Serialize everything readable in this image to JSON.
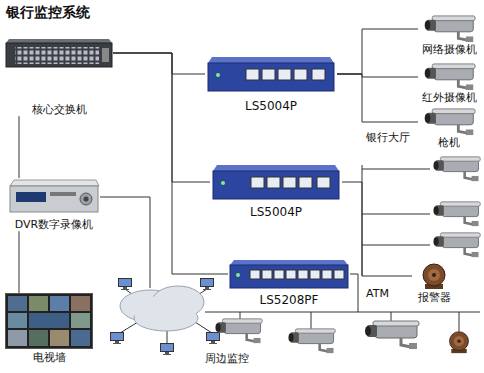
{
  "diagram": {
    "title": "银行监控系统",
    "nodes": [
      {
        "text": [
          "核心交换机"
        ]
      },
      {
        "text": [
          "LS5004P"
        ]
      },
      {
        "text": [
          "LS5004P"
        ]
      },
      {
        "text": [
          "LS5208PF"
        ]
      },
      {
        "text": [
          "DVR数字录像机"
        ]
      },
      {
        "text": [
          "电视墙"
        ]
      },
      {
        "text": [
          "网络摄像机"
        ]
      },
      {
        "text": [
          "红外摄像机"
        ]
      },
      {
        "text": [
          "枪机"
        ]
      },
      {
        "text": [
          "报警器"
        ]
      }
    ],
    "edges": [
      {
        "from": 0,
        "to": 1,
        "arrow": "none"
      },
      {
        "from": 0,
        "to": 2,
        "arrow": "none"
      },
      {
        "from": 0,
        "to": 3,
        "arrow": "none"
      },
      {
        "from": 0,
        "to": 4,
        "arrow": "none"
      },
      {
        "from": 4,
        "to": 5,
        "arrow": "none"
      },
      {
        "from": 1,
        "to": 6,
        "arrow": "none"
      },
      {
        "from": 1,
        "to": 7,
        "arrow": "none"
      },
      {
        "from": 1,
        "to": 8,
        "arrow": "none"
      },
      {
        "from": 2,
        "to": 9,
        "arrow": "none"
      }
    ],
    "labels": [
      "银行大厅",
      "ATM",
      "周边监控"
    ]
  }
}
